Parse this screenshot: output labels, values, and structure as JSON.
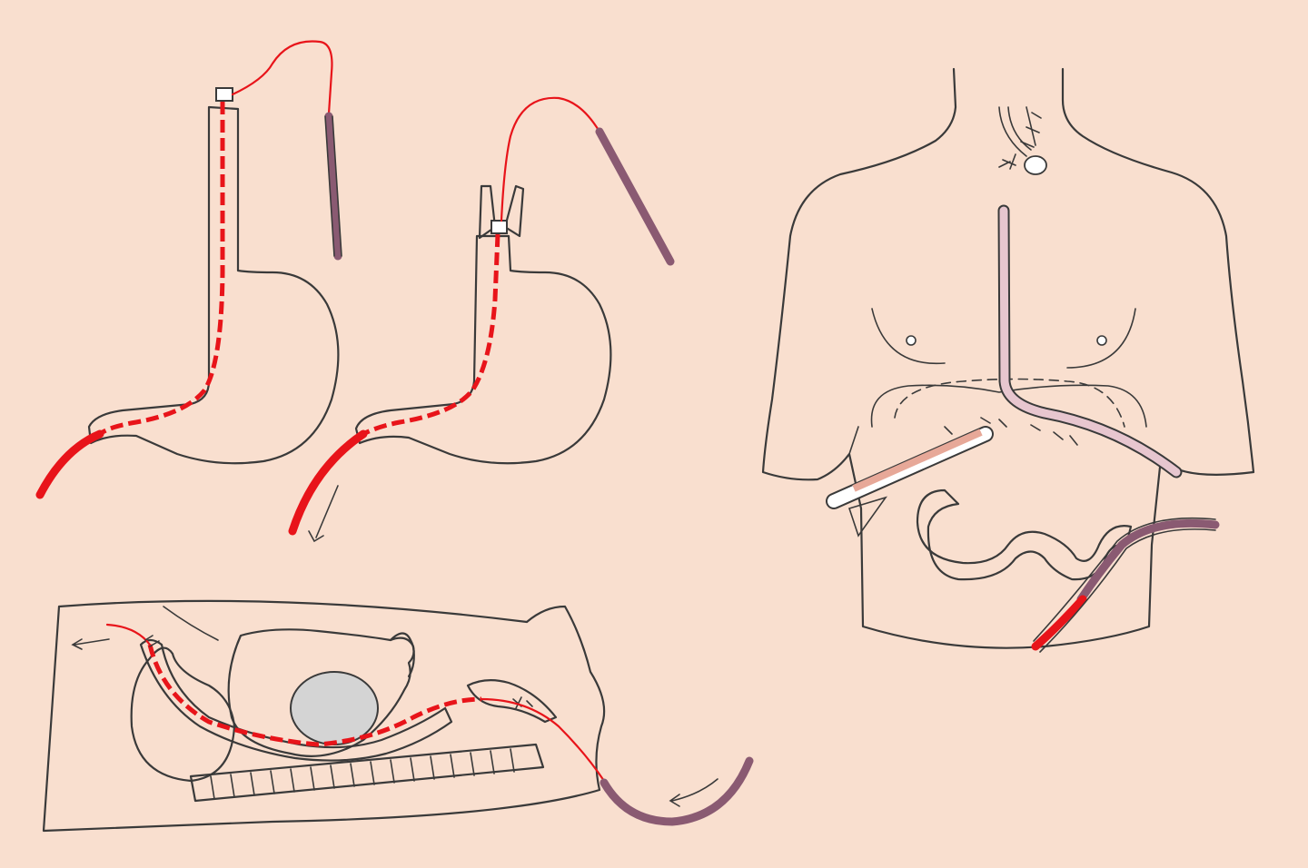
{
  "colors": {
    "background": "#f9dfcf",
    "organ_fill": "#fbe7dc",
    "red_tube": "#e8141a",
    "red_wire": "#e8141a",
    "purple_rod": "#8a5a72",
    "pink_rod": "#e7c6cf",
    "grey_organ": "#a9a9a9",
    "light_grey": "#d4d4d4",
    "body_fill": "#ffffff",
    "outline": "#3a3a3a",
    "flesh": "#eab8a4"
  },
  "panels": [
    {
      "name": "stomach-wire-step-1"
    },
    {
      "name": "stomach-wire-step-2"
    },
    {
      "name": "torso-anastomosis"
    },
    {
      "name": "sagittal-section"
    }
  ]
}
